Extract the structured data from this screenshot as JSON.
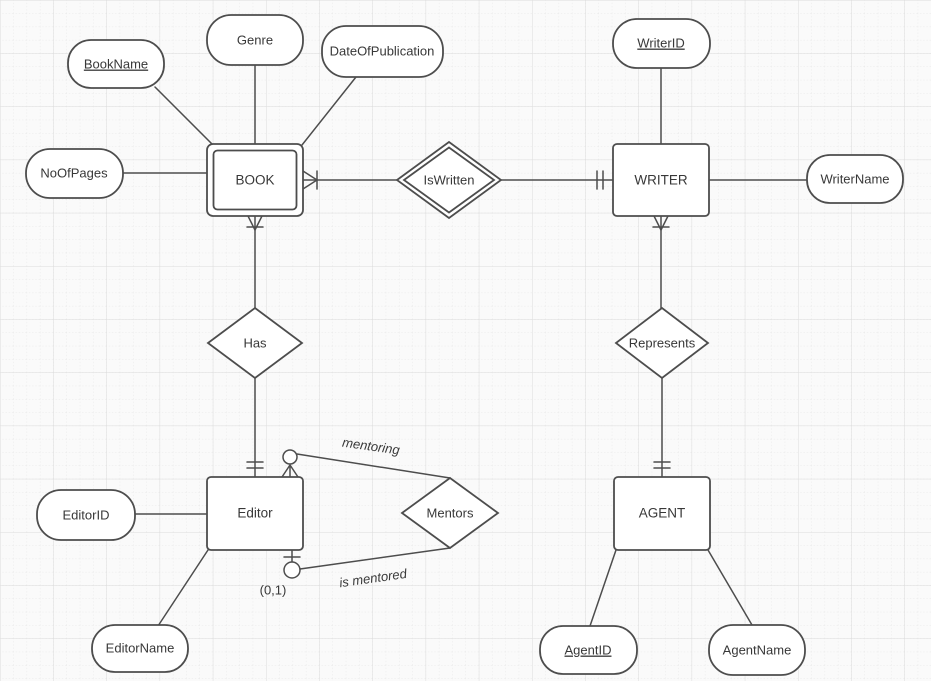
{
  "diagram": {
    "kind": "entity-relationship-diagram",
    "entities": {
      "book": {
        "label": "BOOK",
        "weak": true
      },
      "writer": {
        "label": "WRITER",
        "weak": false
      },
      "editor": {
        "label": "Editor",
        "weak": false
      },
      "agent": {
        "label": "AGENT",
        "weak": false
      }
    },
    "relationships": {
      "iswritten": {
        "label": "IsWritten",
        "identifying": true
      },
      "has": {
        "label": "Has",
        "identifying": false
      },
      "represents": {
        "label": "Represents",
        "identifying": false
      },
      "mentors": {
        "label": "Mentors",
        "identifying": false
      }
    },
    "attributes": {
      "bookname": {
        "label": "BookName",
        "underlined": true
      },
      "genre": {
        "label": "Genre",
        "underlined": false
      },
      "dateofpublication": {
        "label": "DateOfPublication",
        "underlined": false
      },
      "noofpages": {
        "label": "NoOfPages",
        "underlined": false
      },
      "writerid": {
        "label": "WriterID",
        "underlined": true
      },
      "writername": {
        "label": "WriterName",
        "underlined": false
      },
      "editorid": {
        "label": "EditorID",
        "underlined": false
      },
      "editorname": {
        "label": "EditorName",
        "underlined": false
      },
      "agentid": {
        "label": "AgentID",
        "underlined": true
      },
      "agentname": {
        "label": "AgentName",
        "underlined": false
      }
    },
    "edge_labels": {
      "mentoring": "mentoring",
      "is_mentored": "is mentored",
      "cardinality_01": "(0,1)"
    },
    "colors": {
      "stroke": "#4d4d4d",
      "shape_fill": "#ffffff",
      "text": "#383838",
      "background": "#f9f9f9",
      "grid_minor": "#e8e8e8",
      "grid_major": "#dcdcdc"
    }
  }
}
